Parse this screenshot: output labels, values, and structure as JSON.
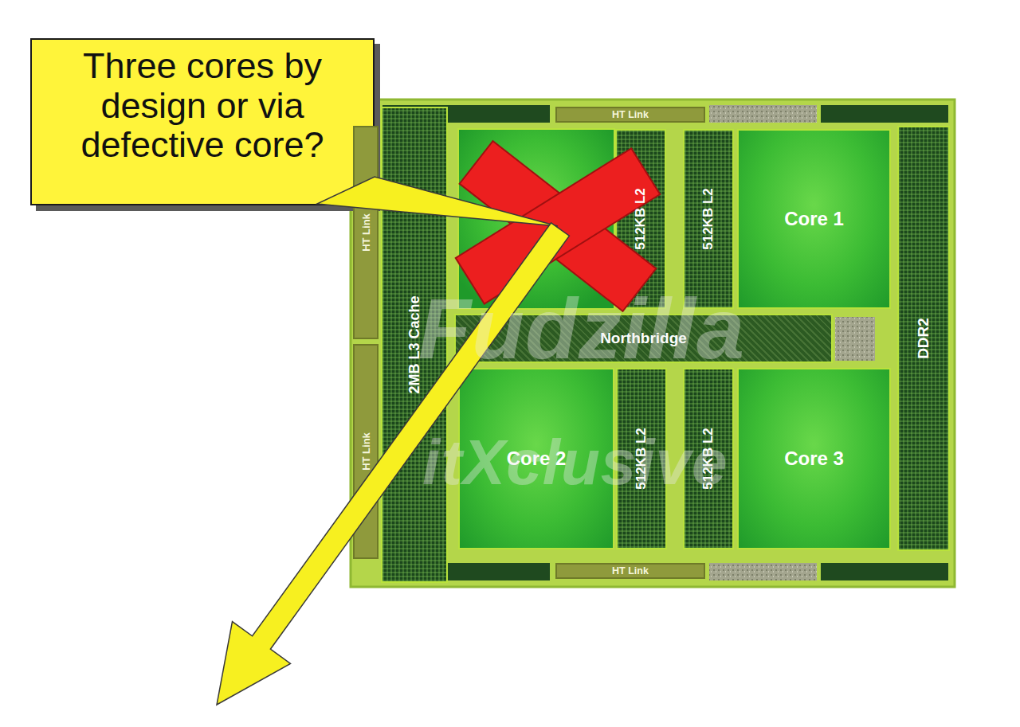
{
  "diagram": {
    "nodes": [
      {
        "text": [
          "Three cores by design or via defective core?"
        ]
      },
      {
        "text": [
          "HT Link"
        ]
      },
      {
        "text": [
          "512KB L2"
        ]
      },
      {
        "text": [
          "512KB L2"
        ]
      },
      {
        "text": [
          "Core 1"
        ]
      },
      {
        "text": [
          "HT Link"
        ]
      },
      {
        "text": [
          "2MB L3 Cache"
        ]
      },
      {
        "text": [
          "Northbridge"
        ]
      },
      {
        "text": [
          "DDR2"
        ]
      },
      {
        "text": [
          "HT Link"
        ]
      },
      {
        "text": [
          "Core 2"
        ]
      },
      {
        "text": [
          "512KB L2"
        ]
      },
      {
        "text": [
          "512KB L2"
        ]
      },
      {
        "text": [
          "Core 3"
        ]
      },
      {
        "text": [
          "HT Link"
        ]
      }
    ],
    "labels": [
      "Fudzilla",
      "itXclusive"
    ]
  }
}
